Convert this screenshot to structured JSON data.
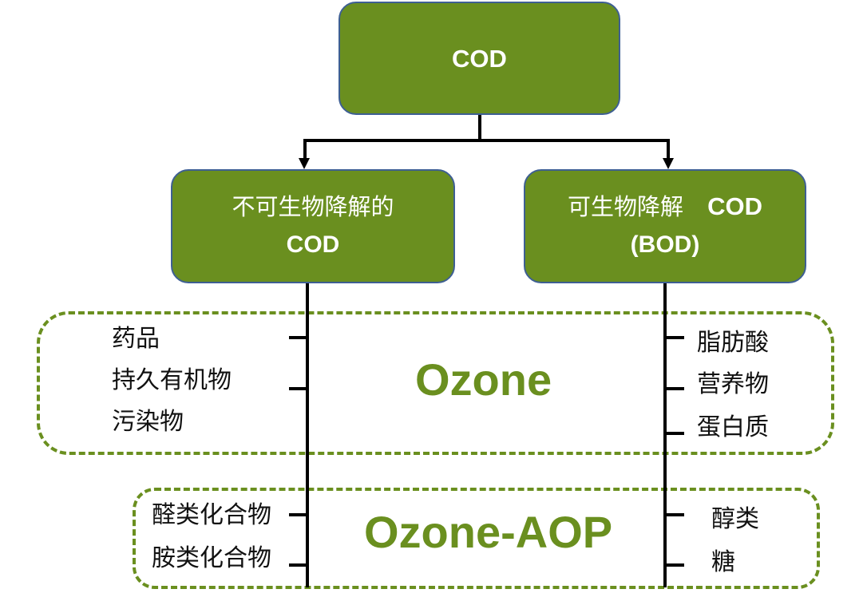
{
  "diagram": {
    "root": {
      "label": "COD"
    },
    "left_node": {
      "line1": "不可生物降解的",
      "line2": "COD"
    },
    "right_node": {
      "line1": "可生物降解",
      "line1_code": "COD",
      "line2": "(BOD)"
    },
    "ozone_group": {
      "title": "Ozone",
      "left_items": [
        "药品",
        "持久有机物",
        "污染物"
      ],
      "right_items": [
        "脂肪酸",
        "营养物",
        "蛋白质"
      ]
    },
    "aop_group": {
      "title": "Ozone-AOP",
      "left_items": [
        "醛类化合物",
        "胺类化合物"
      ],
      "right_items": [
        "醇类",
        "糖"
      ]
    }
  },
  "colors": {
    "node_fill": "#6a8f1f",
    "node_border": "#3e5f93",
    "accent_green": "#6a8f1f",
    "connector": "#000000"
  }
}
